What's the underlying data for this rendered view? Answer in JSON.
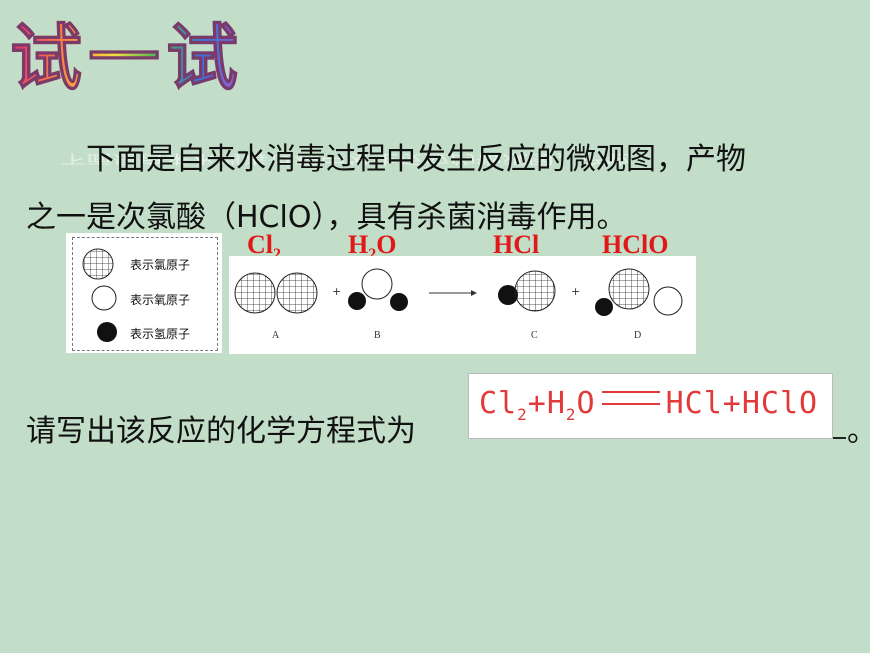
{
  "title": "试一试",
  "paragraph": {
    "line1": "下面是自来水消毒过程中发生反应的微观图，产物",
    "line2": "之一是次氯酸（HClO），具有杀菌消毒作用。"
  },
  "formulas": {
    "cl2": {
      "base": "Cl",
      "sub": "2"
    },
    "h2o": {
      "base1": "H",
      "sub": "2",
      "base2": "O"
    },
    "hcl": "HCl",
    "hclo": "HClO"
  },
  "legend": {
    "items": [
      {
        "label": "表示氯原子",
        "icon": "chlorine-atom-icon"
      },
      {
        "label": "表示氧原子",
        "icon": "oxygen-atom-icon"
      },
      {
        "label": "表示氢原子",
        "icon": "hydrogen-atom-icon"
      }
    ]
  },
  "diagram": {
    "molecules": [
      "A",
      "B",
      "C",
      "D"
    ],
    "plus": "+"
  },
  "question": {
    "text": "请写出该反应的化学方程式为",
    "period": "。"
  },
  "answer": {
    "cl": "Cl",
    "cl_sub": "2",
    "plus1": "+H",
    "h_sub": "2",
    "o": "O",
    "products": "HCl+HClO"
  },
  "colors": {
    "background": "#c3dec8",
    "formula_red": "#e01818",
    "answer_red": "#e23a3a"
  }
}
